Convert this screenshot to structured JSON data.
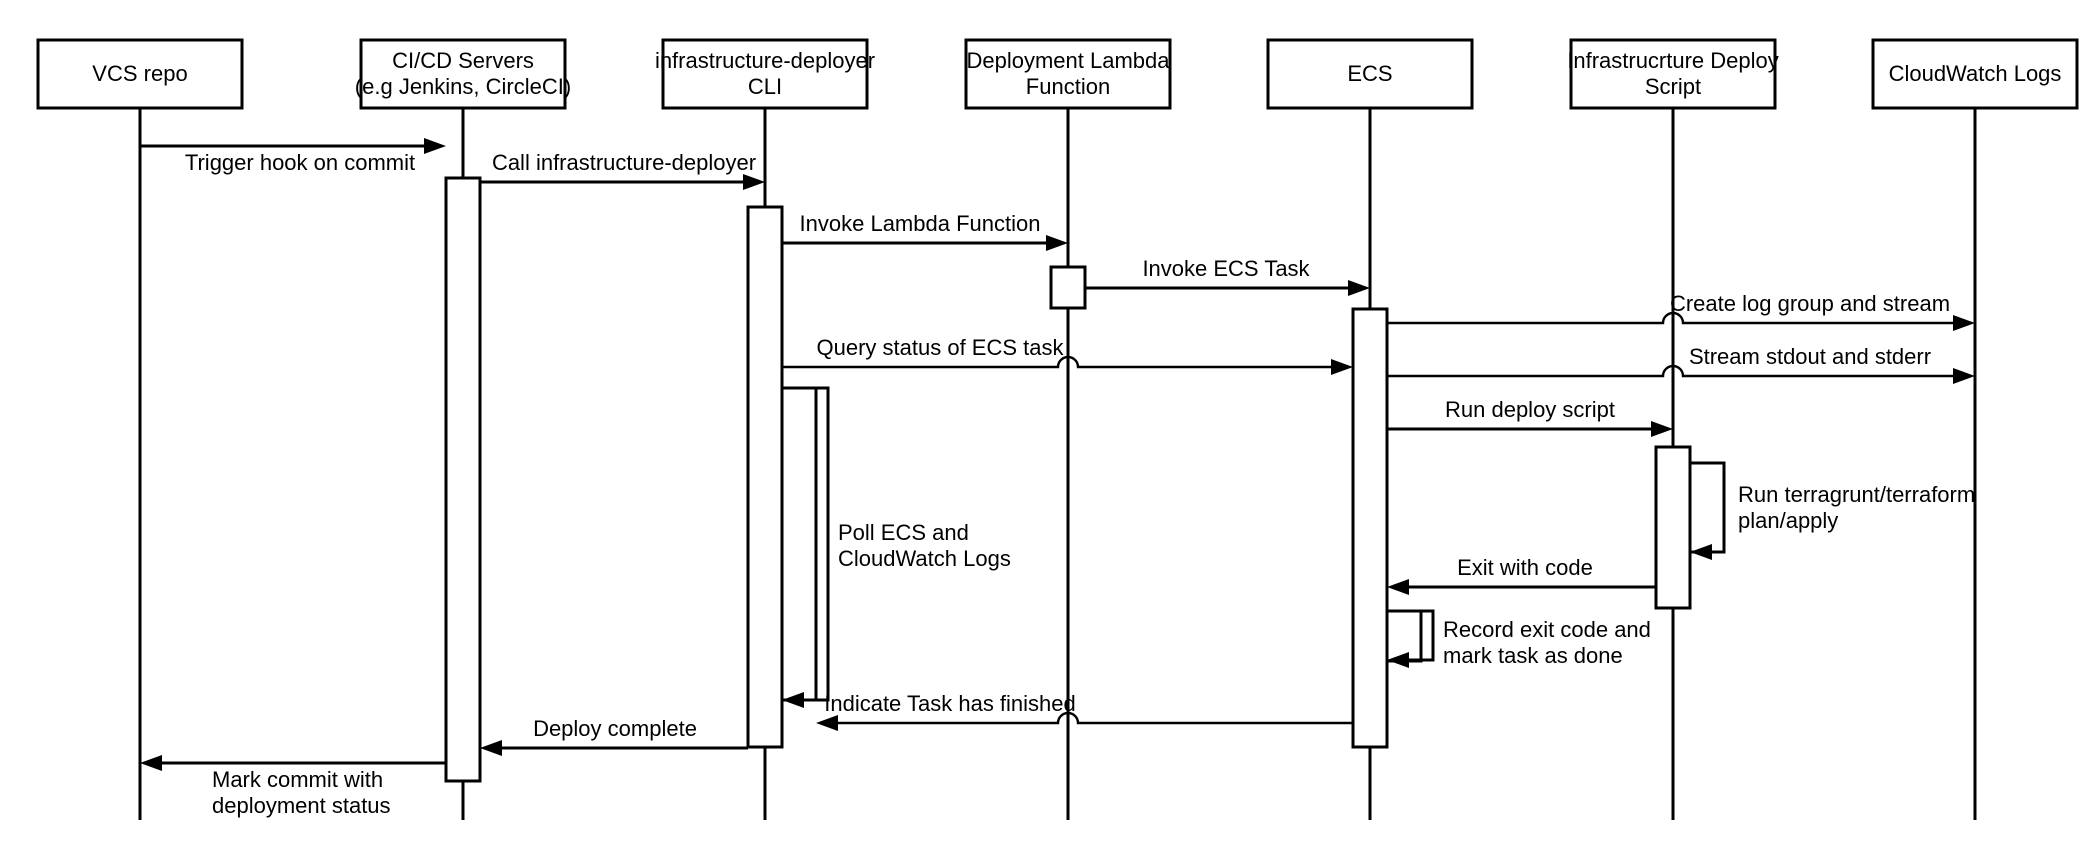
{
  "diagram": {
    "type": "uml-sequence-diagram",
    "title": "Infrastructure deployment sequence",
    "background_color": "#ffffff",
    "line_color": "#000000",
    "participants": [
      {
        "id": "vcs",
        "label": "VCS repo",
        "lines": [
          "VCS repo"
        ]
      },
      {
        "id": "cicd",
        "label": "CI/CD Servers (e.g Jenkins, CircleCI)",
        "lines": [
          "CI/CD Servers",
          "(e.g Jenkins, CircleCI)"
        ]
      },
      {
        "id": "cli",
        "label": "infrastructure-deployer CLI",
        "lines": [
          "infrastructure-deployer",
          "CLI"
        ]
      },
      {
        "id": "lambda",
        "label": "Deployment Lambda Function",
        "lines": [
          "Deployment Lambda",
          "Function"
        ]
      },
      {
        "id": "ecs",
        "label": "ECS",
        "lines": [
          "ECS"
        ]
      },
      {
        "id": "script",
        "label": "Infrastrucrture Deploy Script",
        "lines": [
          "Infrastrucrture Deploy",
          "Script"
        ]
      },
      {
        "id": "cwlogs",
        "label": "CloudWatch Logs",
        "lines": [
          "CloudWatch Logs"
        ]
      }
    ],
    "messages": [
      {
        "id": "m1",
        "from": "vcs",
        "to": "cicd",
        "label": "Trigger hook on commit",
        "lines": [
          "Trigger hook on commit"
        ]
      },
      {
        "id": "m2",
        "from": "cicd",
        "to": "cli",
        "label": "Call infrastructure-deployer",
        "lines": [
          "Call infrastructure-deployer"
        ]
      },
      {
        "id": "m3",
        "from": "cli",
        "to": "lambda",
        "label": "Invoke Lambda Function",
        "lines": [
          "Invoke Lambda Function"
        ]
      },
      {
        "id": "m4",
        "from": "lambda",
        "to": "ecs",
        "label": "Invoke ECS Task",
        "lines": [
          "Invoke ECS Task"
        ]
      },
      {
        "id": "m5",
        "from": "ecs",
        "to": "cwlogs",
        "label": "Create log group and stream",
        "lines": [
          "Create log group and stream"
        ]
      },
      {
        "id": "m6",
        "from": "cli",
        "to": "ecs",
        "label": "Query status of ECS task",
        "lines": [
          "Query status of ECS task"
        ]
      },
      {
        "id": "m7",
        "from": "ecs",
        "to": "cwlogs",
        "label": "Stream stdout and stderr",
        "lines": [
          "Stream stdout and stderr"
        ]
      },
      {
        "id": "m8",
        "from": "ecs",
        "to": "script",
        "label": "Run deploy script",
        "lines": [
          "Run deploy script"
        ]
      },
      {
        "id": "m9",
        "from": "script",
        "to": "script",
        "label": "Run terragrunt/terraform plan/apply",
        "lines": [
          "Run terragrunt/terraform",
          "plan/apply"
        ]
      },
      {
        "id": "m10",
        "from": "cli",
        "to": "cli",
        "label": "Poll ECS and CloudWatch Logs",
        "lines": [
          "Poll ECS and",
          "CloudWatch Logs"
        ]
      },
      {
        "id": "m11",
        "from": "script",
        "to": "ecs",
        "label": "Exit with code",
        "lines": [
          "Exit with code"
        ]
      },
      {
        "id": "m12",
        "from": "ecs",
        "to": "ecs",
        "label": "Record exit code and mark task as done",
        "lines": [
          "Record exit code and",
          "mark task as done"
        ]
      },
      {
        "id": "m13",
        "from": "ecs",
        "to": "cli",
        "label": "Indicate Task has finished",
        "lines": [
          "Indicate Task has finished"
        ]
      },
      {
        "id": "m14",
        "from": "cli",
        "to": "cicd",
        "label": "Deploy complete",
        "lines": [
          "Deploy complete"
        ]
      },
      {
        "id": "m15",
        "from": "cicd",
        "to": "vcs",
        "label": "Mark commit with deployment status",
        "lines": [
          "Mark commit with",
          "deployment status"
        ]
      }
    ]
  }
}
